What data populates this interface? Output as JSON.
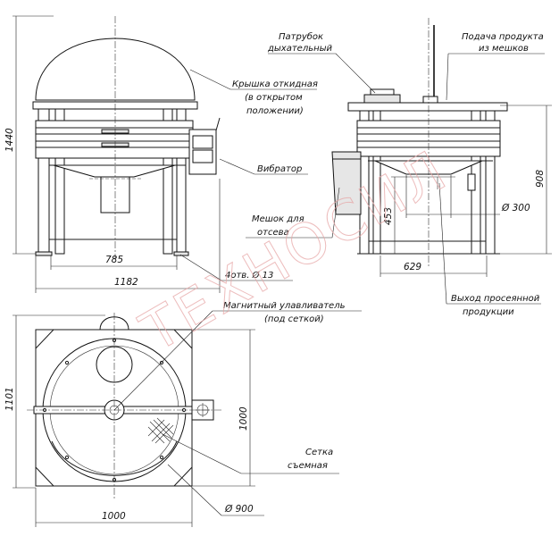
{
  "labels": {
    "patrubok_l1": "Патрубок",
    "patrubok_l2": "дыхательный",
    "podacha_l1": "Подача продукта",
    "podacha_l2": "из мешков",
    "kryshka_l1": "Крышка откидная",
    "kryshka_l2": "(в открытом",
    "kryshka_l3": "положении)",
    "vibrator": "Вибратор",
    "meshok_l1": "Мешок для",
    "meshok_l2": "отсева",
    "otv": "4отв. Ø 13",
    "magnit_l1": "Магнитный улавливатель",
    "magnit_l2": "(под сеткой)",
    "vyhod_l1": "Выход просеянной",
    "vyhod_l2": "продукции",
    "setka_l1": "Сетка",
    "setka_l2": "съемная"
  },
  "dimensions": {
    "h1440": "1440",
    "w785": "785",
    "w1182": "1182",
    "h908": "908",
    "h453": "453",
    "d300": "Ø 300",
    "w629": "629",
    "h1101": "1101",
    "h1000": "1000",
    "w1000": "1000",
    "d900": "Ø 900"
  },
  "watermark": "ТЕХНОСИЛ"
}
